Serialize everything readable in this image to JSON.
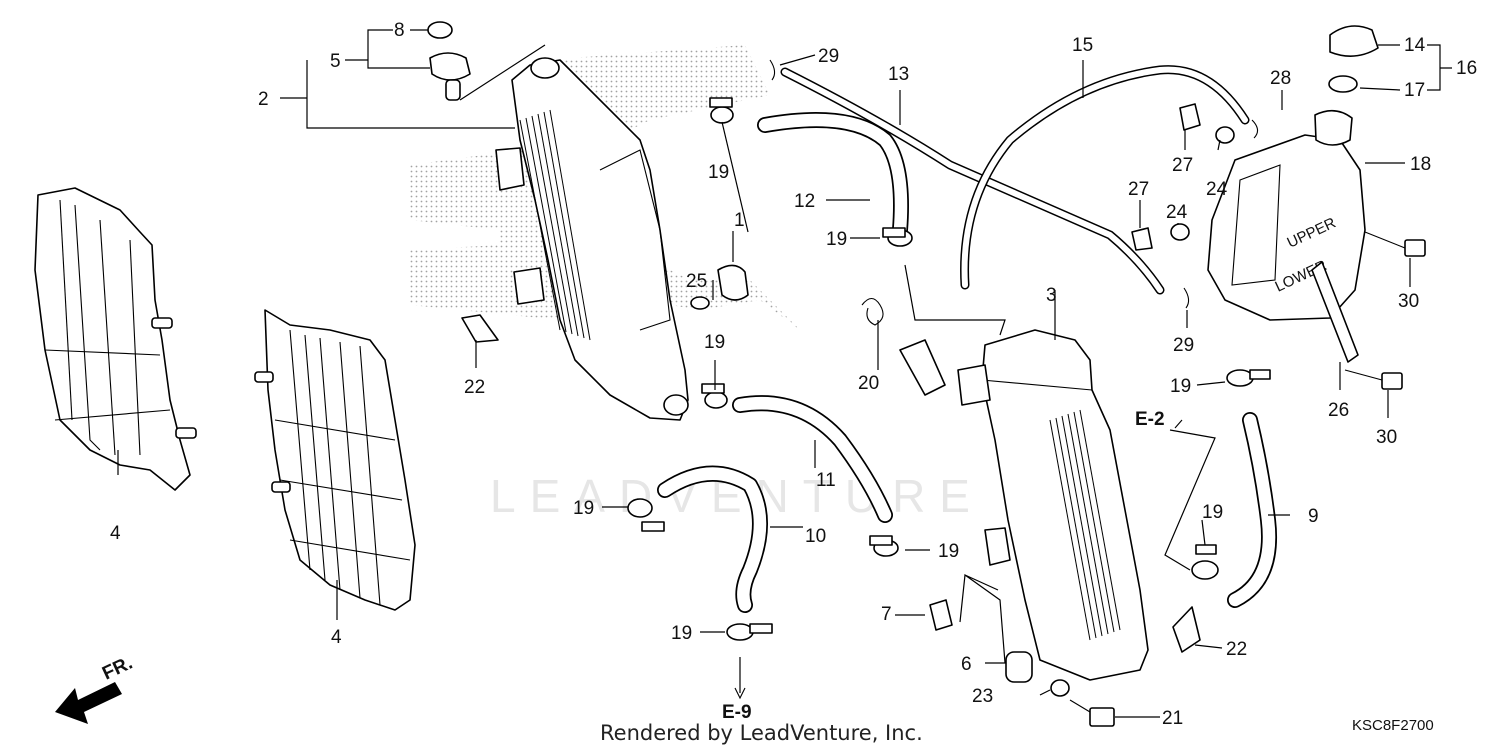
{
  "diagram": {
    "callouts": {
      "c1": "1",
      "c2": "2",
      "c3": "3",
      "c4a": "4",
      "c4b": "4",
      "c5": "5",
      "c6": "6",
      "c7": "7",
      "c8": "8",
      "c9": "9",
      "c10": "10",
      "c11": "11",
      "c12": "12",
      "c13": "13",
      "c14": "14",
      "c15": "15",
      "c16": "16",
      "c17": "17",
      "c18": "18",
      "c19a": "19",
      "c19b": "19",
      "c19c": "19",
      "c19d": "19",
      "c19e": "19",
      "c19f": "19",
      "c19g": "19",
      "c19h": "19",
      "c20": "20",
      "c21": "21",
      "c22a": "22",
      "c22b": "22",
      "c23": "23",
      "c24a": "24",
      "c24b": "24",
      "c25": "25",
      "c26": "26",
      "c27a": "27",
      "c27b": "27",
      "c28": "28",
      "c29a": "29",
      "c29b": "29",
      "c30a": "30",
      "c30b": "30"
    },
    "refs": {
      "e2": "E-2",
      "e9": "E-9"
    },
    "direction_label": "FR.",
    "tank_labels": {
      "upper": "UPPER",
      "lower": "LOWER"
    },
    "watermark": "LEADVENTURE",
    "footer_text": "Rendered by LeadVenture, Inc.",
    "diagram_code": "KSC8F2700"
  }
}
